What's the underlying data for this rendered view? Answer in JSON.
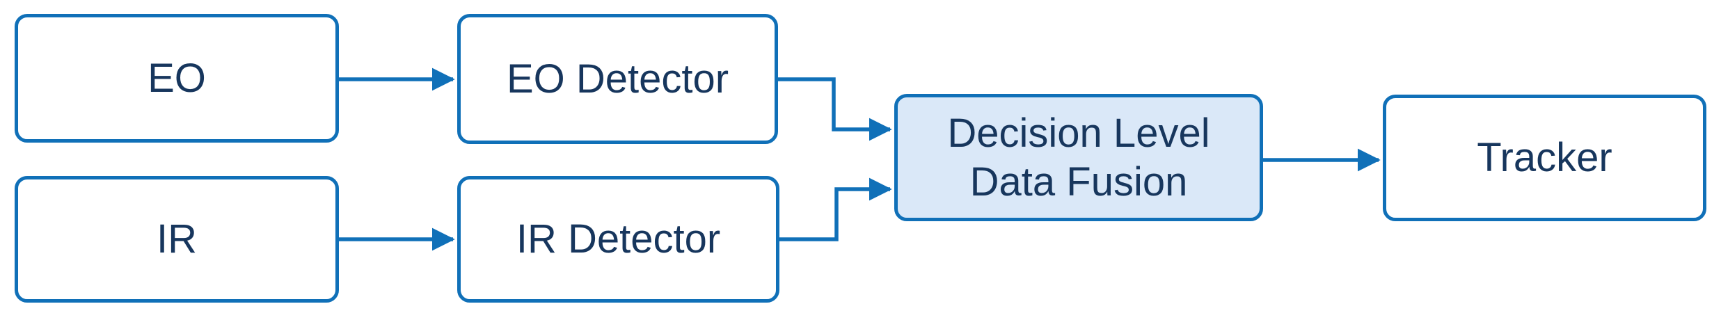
{
  "diagram": {
    "type": "block-flow-diagram",
    "nodes": {
      "eo": {
        "label": "EO"
      },
      "ir": {
        "label": "IR"
      },
      "eo_detector": {
        "label": "EO Detector"
      },
      "ir_detector": {
        "label": "IR Detector"
      },
      "fusion": {
        "label": "Decision Level Data Fusion",
        "line1": "Decision Level",
        "line2": "Data Fusion",
        "highlighted": true
      },
      "tracker": {
        "label": "Tracker"
      }
    },
    "edges": [
      {
        "from": "EO",
        "to": "EO Detector"
      },
      {
        "from": "IR",
        "to": "IR Detector"
      },
      {
        "from": "EO Detector",
        "to": "Decision Level Data Fusion"
      },
      {
        "from": "IR Detector",
        "to": "Decision Level Data Fusion"
      },
      {
        "from": "Decision Level Data Fusion",
        "to": "Tracker"
      }
    ],
    "colors": {
      "border_blue": "#1070B8",
      "text_navy": "#17365D",
      "highlight_fill": "#DAE8F8",
      "box_fill": "#FFFFFF",
      "canvas_bg": "#FFFFFF"
    }
  }
}
